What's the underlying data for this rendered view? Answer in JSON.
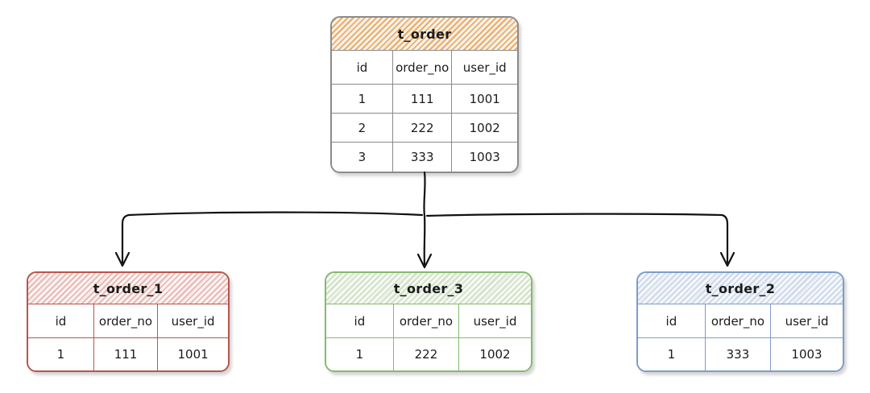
{
  "diagram": {
    "connectors": {
      "color": "#111111"
    },
    "tables": {
      "t_order": {
        "title": "t_order",
        "columns": [
          "id",
          "order_no",
          "user_id"
        ],
        "rows": [
          [
            "1",
            "111",
            "1001"
          ],
          [
            "2",
            "222",
            "1002"
          ],
          [
            "3",
            "333",
            "1003"
          ]
        ],
        "border": "#8b8b8b",
        "hatch": "#efac60",
        "header_bg": "#f7f4f1"
      },
      "t_order_1": {
        "title": "t_order_1",
        "columns": [
          "id",
          "order_no",
          "user_id"
        ],
        "rows": [
          [
            "1",
            "111",
            "1001"
          ]
        ],
        "border": "#b6554e",
        "hatch": "#eab8b2",
        "header_bg": "#fbf5f4"
      },
      "t_order_3": {
        "title": "t_order_3",
        "columns": [
          "id",
          "order_no",
          "user_id"
        ],
        "rows": [
          [
            "1",
            "222",
            "1002"
          ]
        ],
        "border": "#85b96e",
        "hatch": "#cfe2c5",
        "header_bg": "#f7faf5"
      },
      "t_order_2": {
        "title": "t_order_2",
        "columns": [
          "id",
          "order_no",
          "user_id"
        ],
        "rows": [
          [
            "1",
            "333",
            "1003"
          ]
        ],
        "border": "#7e9cc9",
        "hatch": "#ccd9eb",
        "header_bg": "#f5f8fb"
      }
    }
  }
}
